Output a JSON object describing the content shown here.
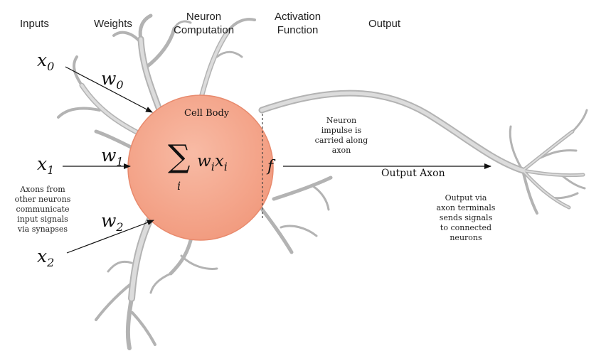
{
  "headers": {
    "inputs": "Inputs",
    "weights": "Weights",
    "neuron_computation": [
      "Neuron",
      "Computation"
    ],
    "activation_function": [
      "Activation",
      "Function"
    ],
    "output": "Output"
  },
  "inputs": [
    {
      "symbol": "x",
      "sub": "0"
    },
    {
      "symbol": "x",
      "sub": "1"
    },
    {
      "symbol": "x",
      "sub": "2"
    }
  ],
  "weights": [
    {
      "symbol": "w",
      "sub": "0"
    },
    {
      "symbol": "w",
      "sub": "1"
    },
    {
      "symbol": "w",
      "sub": "2"
    }
  ],
  "cell_body": {
    "label": "Cell Body",
    "sum_symbol": "∑",
    "sum_index": "i",
    "term_w": "w",
    "term_x": "x",
    "term_sub": "i"
  },
  "activation_symbol": "f",
  "notes": {
    "axons_from": [
      "Axons from",
      "other neurons",
      "communicate",
      "input signals",
      "via synapses"
    ],
    "neuron_impulse": [
      "Neuron",
      "impulse is",
      "carried along",
      "axon"
    ],
    "output_via": [
      "Output via",
      "axon terminals",
      "sends signals",
      "to connected",
      "neurons"
    ]
  },
  "output_axon_label": "Output Axon",
  "colors": {
    "cell_fill": "#f4a98f",
    "cell_stroke": "#e58a6e",
    "dendrite": "#c8c8c8",
    "dendrite_edge": "#a9a9a9",
    "arrow": "#111111"
  }
}
